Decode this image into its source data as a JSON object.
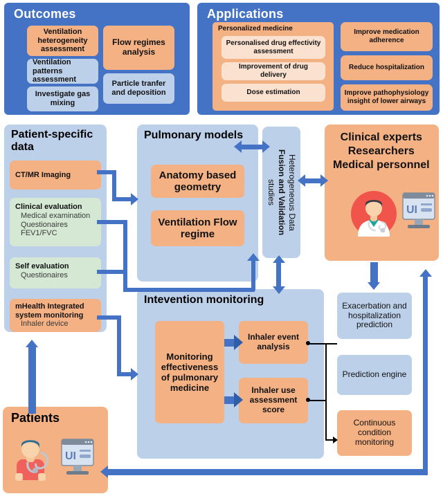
{
  "outcomes": {
    "title": "Outcomes",
    "items": [
      {
        "label": "Ventilation heterogeneity assessment",
        "color": "#F4B183"
      },
      {
        "label": "Flow regimes analysis",
        "color": "#F4B183"
      },
      {
        "label": "Ventilation patterns assessment",
        "color": "#BDD0EA"
      },
      {
        "label": "Particle tranfer and deposition",
        "color": "#BDD0EA"
      },
      {
        "label": "Investigate gas mixing",
        "color": "#BDD0EA"
      }
    ]
  },
  "applications": {
    "title": "Applications",
    "personalized": {
      "title": "Personalized medicine",
      "items": [
        "Personalised drug effectivity assessment",
        "Improvement of drug delivery",
        "Dose estimation"
      ]
    },
    "right_items": [
      "Improve medication adherence",
      "Reduce hospitalization",
      "Improve pathophysiology insight of lower airways"
    ]
  },
  "patient_data": {
    "title": "Patient-specific data",
    "items": [
      {
        "heading": "CT/MR Imaging",
        "lines": [],
        "color": "#F4B183"
      },
      {
        "heading": "Clinical evaluation",
        "lines": [
          "Medical examination",
          "Questionaires",
          "FEV1/FVC"
        ],
        "color": "#D5E8D4"
      },
      {
        "heading": "Self evaluation",
        "lines": [
          "Questionaires"
        ],
        "color": "#D5E8D4"
      },
      {
        "heading": "mHealth Integrated system monitoring",
        "lines": [
          "Inhaler device"
        ],
        "color": "#F4B183"
      }
    ]
  },
  "pulmonary": {
    "title": "Pulmonary models",
    "items": [
      "Anatomy based geometry",
      "Ventilation Flow regime"
    ]
  },
  "fusion": {
    "line1": "Heterogeneous Data",
    "line2_a": "Fusion and ",
    "line2_b": "Validation",
    "line3": "studies"
  },
  "experts": {
    "lines": [
      "Clinical experts",
      "Researchers",
      "Medical personnel"
    ],
    "ui_label": "UI"
  },
  "intervention": {
    "title": "Intevention monitoring",
    "source": "Monitoring effectiveness of pulmonary medicine",
    "targets": [
      "Inhaler event analysis",
      "Inhaler use assessment score"
    ]
  },
  "right_column": [
    {
      "label": "Exacerbation and hospitalization prediction",
      "color": "#BDD0EA"
    },
    {
      "label": "Prediction engine",
      "color": "#BDD0EA"
    },
    {
      "label": "Continuous condition monitoring",
      "color": "#F4B183"
    }
  ],
  "patients": {
    "title": "Patients",
    "ui_label": "UI"
  },
  "colors": {
    "header_blue": "#4472C4",
    "panel_light_blue": "#BDD0EA",
    "orange": "#F4B183",
    "light_orange": "#FBE2D0",
    "green": "#D5E8D4",
    "arrow_blue": "#4472C4",
    "arrow_dark_blue": "#2E5EA8"
  }
}
